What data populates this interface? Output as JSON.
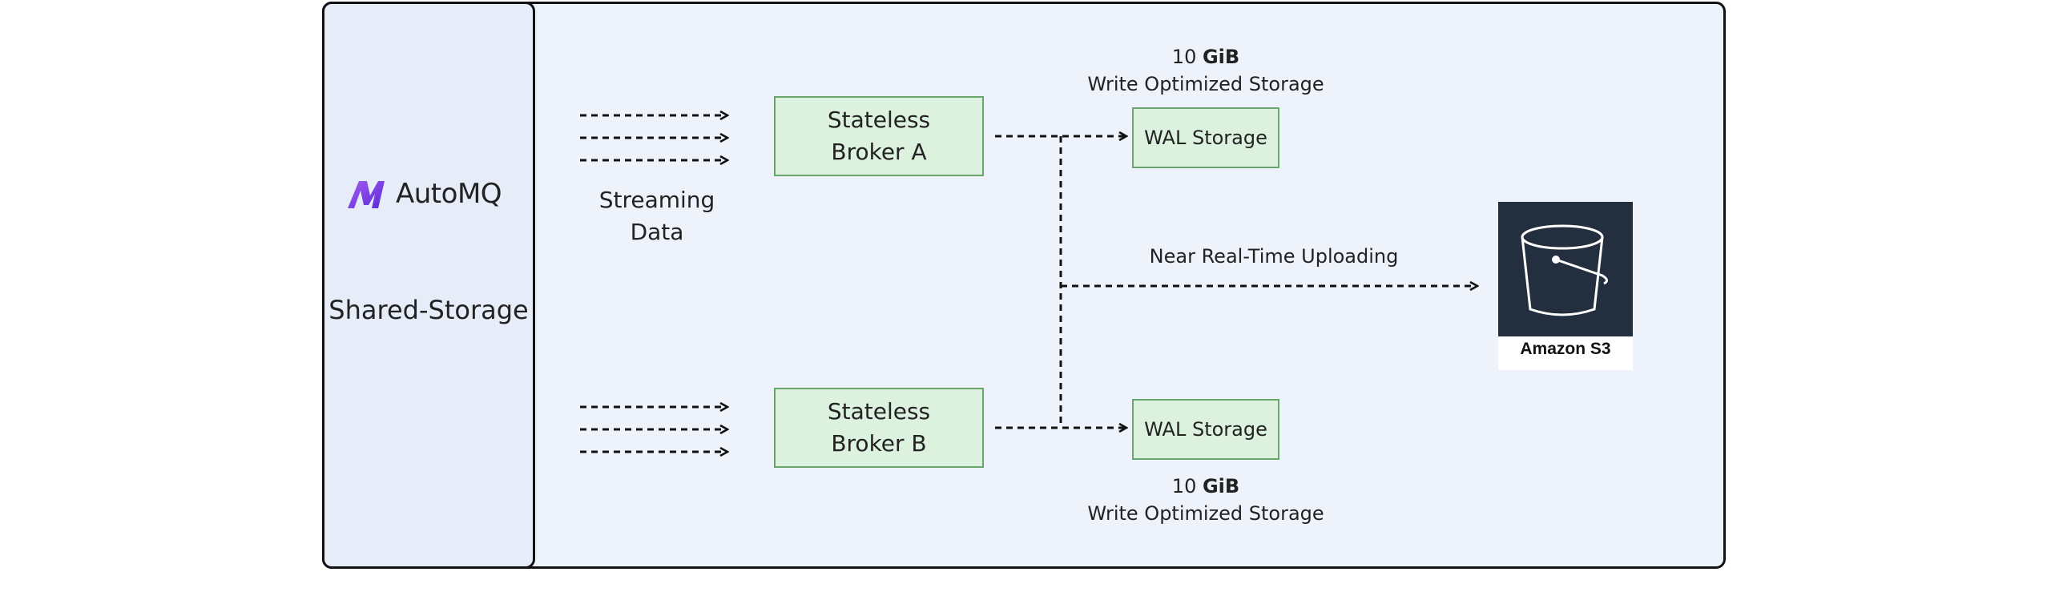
{
  "panel": {
    "brand_name": "AutoMQ",
    "title": "Shared-Storage"
  },
  "streaming_label": "Streaming\nData",
  "brokers": {
    "a": "Stateless\nBroker A",
    "b": "Stateless\nBroker B"
  },
  "wal": {
    "a_label": "WAL Storage",
    "b_label": "WAL Storage",
    "capacity_number": "10 ",
    "capacity_unit": "GiB",
    "caption": "Write Optimized Storage"
  },
  "upload_label": "Near Real-Time Uploading",
  "s3": {
    "label": "Amazon S3"
  },
  "colors": {
    "frame_bg": "#eef3fb",
    "panel_bg": "#e6ecf8",
    "box_fill": "#dcf2df",
    "box_border": "#6aa56f",
    "s3_bg": "#232f3e",
    "brand_purple": "#7b3fe4"
  }
}
